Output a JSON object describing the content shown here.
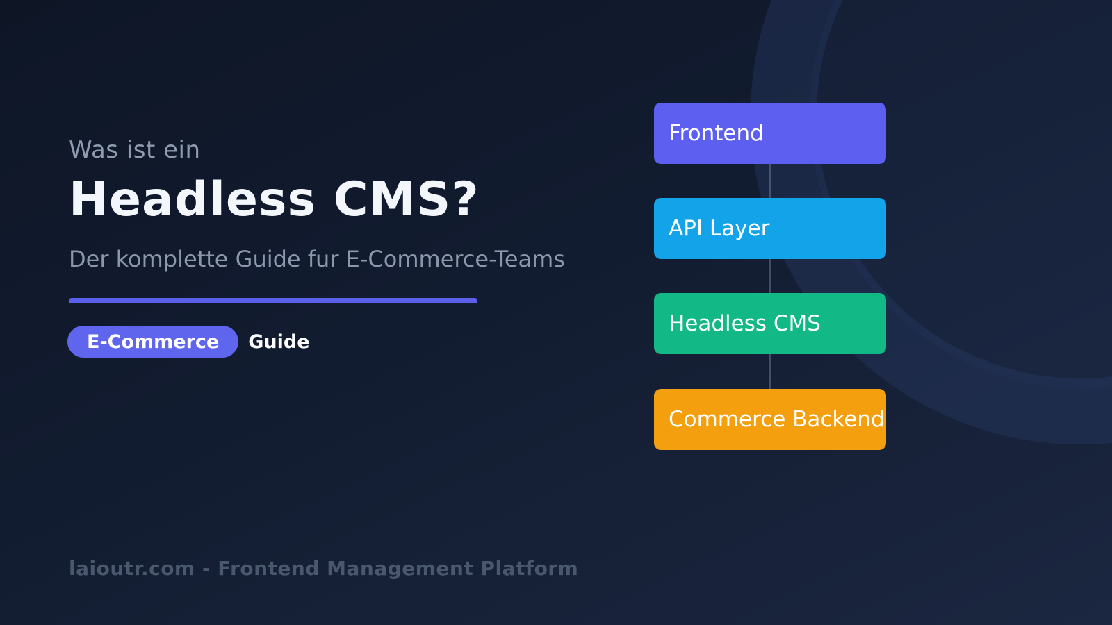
{
  "page": {
    "background_top": "#0e1626",
    "background_bottom": "#1b2640",
    "accent_color": "#5b5fe9"
  },
  "hero": {
    "kicker": "Was ist ein",
    "title": "Headless CMS?",
    "subtitle": "Der komplette Guide fur E-Commerce-Teams",
    "badge": {
      "highlight": "E-Commerce",
      "rest": "Guide",
      "pill_color": "#6065ee"
    }
  },
  "footer": {
    "text": "laioutr.com - Frontend Management Platform"
  },
  "stack_diagram": {
    "connector_color": "#77879f",
    "layers": [
      {
        "label": "Frontend",
        "color": "#5c5ff0",
        "text_color": "#ffffff"
      },
      {
        "label": "API Layer",
        "color": "#12a3e8",
        "text_color": "#ffffff"
      },
      {
        "label": "Headless CMS",
        "color": "#12b886",
        "text_color": "#ffffff"
      },
      {
        "label": "Commerce Backend",
        "color": "#f39f0e",
        "text_color": "#ffffff"
      }
    ]
  }
}
